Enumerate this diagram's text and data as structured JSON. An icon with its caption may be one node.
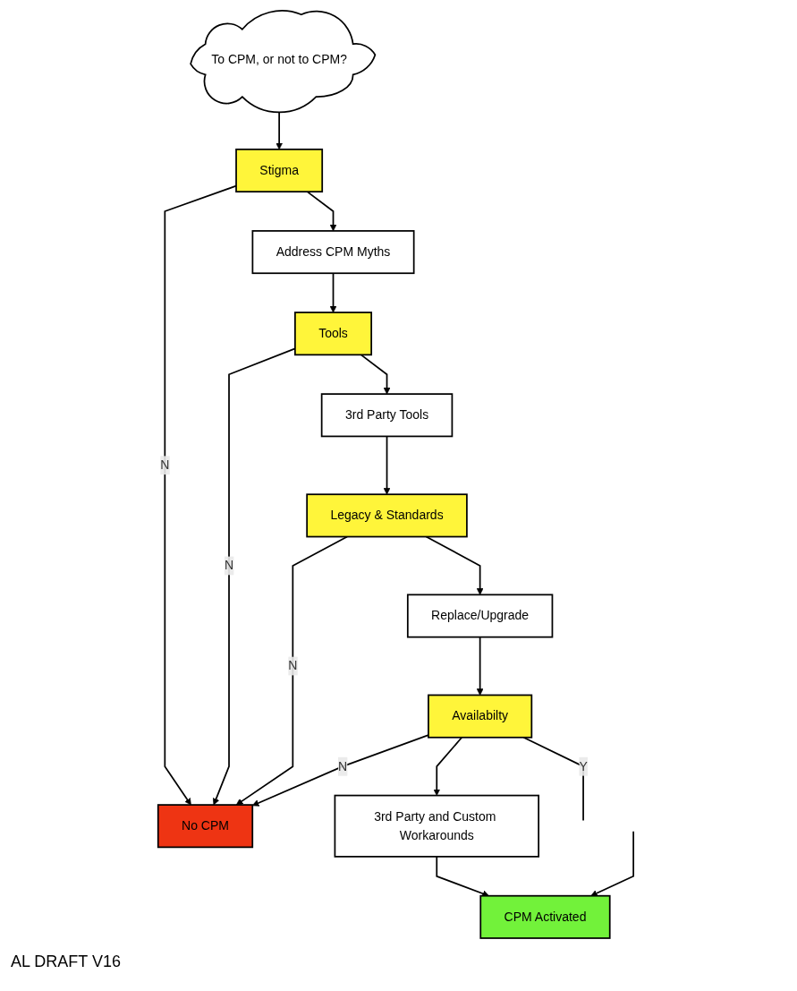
{
  "diagram": {
    "nodes": [
      {
        "text": [
          "To CPM, or not to CPM?"
        ]
      },
      {
        "text": [
          "Stigma"
        ]
      },
      {
        "text": [
          "Address CPM Myths"
        ]
      },
      {
        "text": [
          "Tools"
        ]
      },
      {
        "text": [
          "No CPM"
        ]
      },
      {
        "text": [
          "3rd Party Tools"
        ]
      },
      {
        "text": [
          "CPM Activated"
        ]
      },
      {
        "text": [
          "Legacy & Standards"
        ]
      },
      {
        "text": [
          "Replace/Upgrade"
        ]
      },
      {
        "text": [
          "Availabilty"
        ]
      },
      {
        "text": [
          "3rd Party and Custom Workarounds"
        ]
      }
    ],
    "edges": [
      {
        "from": 0,
        "to": 1,
        "arrow": "to"
      },
      {
        "from": 1,
        "to": 2,
        "arrow": "to"
      },
      {
        "from": 2,
        "to": 3,
        "arrow": "to"
      },
      {
        "from": 3,
        "to": 5,
        "arrow": "to"
      },
      {
        "from": 5,
        "to": 7,
        "arrow": "to"
      },
      {
        "from": 7,
        "to": 8,
        "arrow": "to"
      },
      {
        "from": 8,
        "to": 9,
        "arrow": "to"
      },
      {
        "from": 9,
        "to": 10,
        "arrow": "to"
      },
      {
        "from": 1,
        "to": 4,
        "label": "N",
        "arrow": "to"
      },
      {
        "from": 3,
        "to": 4,
        "label": "N",
        "arrow": "to"
      },
      {
        "from": 7,
        "to": 4,
        "label": "N",
        "arrow": "to"
      },
      {
        "from": 9,
        "to": 4,
        "label": "N",
        "arrow": "to"
      },
      {
        "from": 9,
        "to": null,
        "label": "Y",
        "arrow": "none"
      },
      {
        "from": 10,
        "to": 6,
        "arrow": "to"
      },
      {
        "from": null,
        "to": 6,
        "arrow": "to"
      }
    ],
    "labels": [
      "AL DRAFT V16"
    ]
  }
}
